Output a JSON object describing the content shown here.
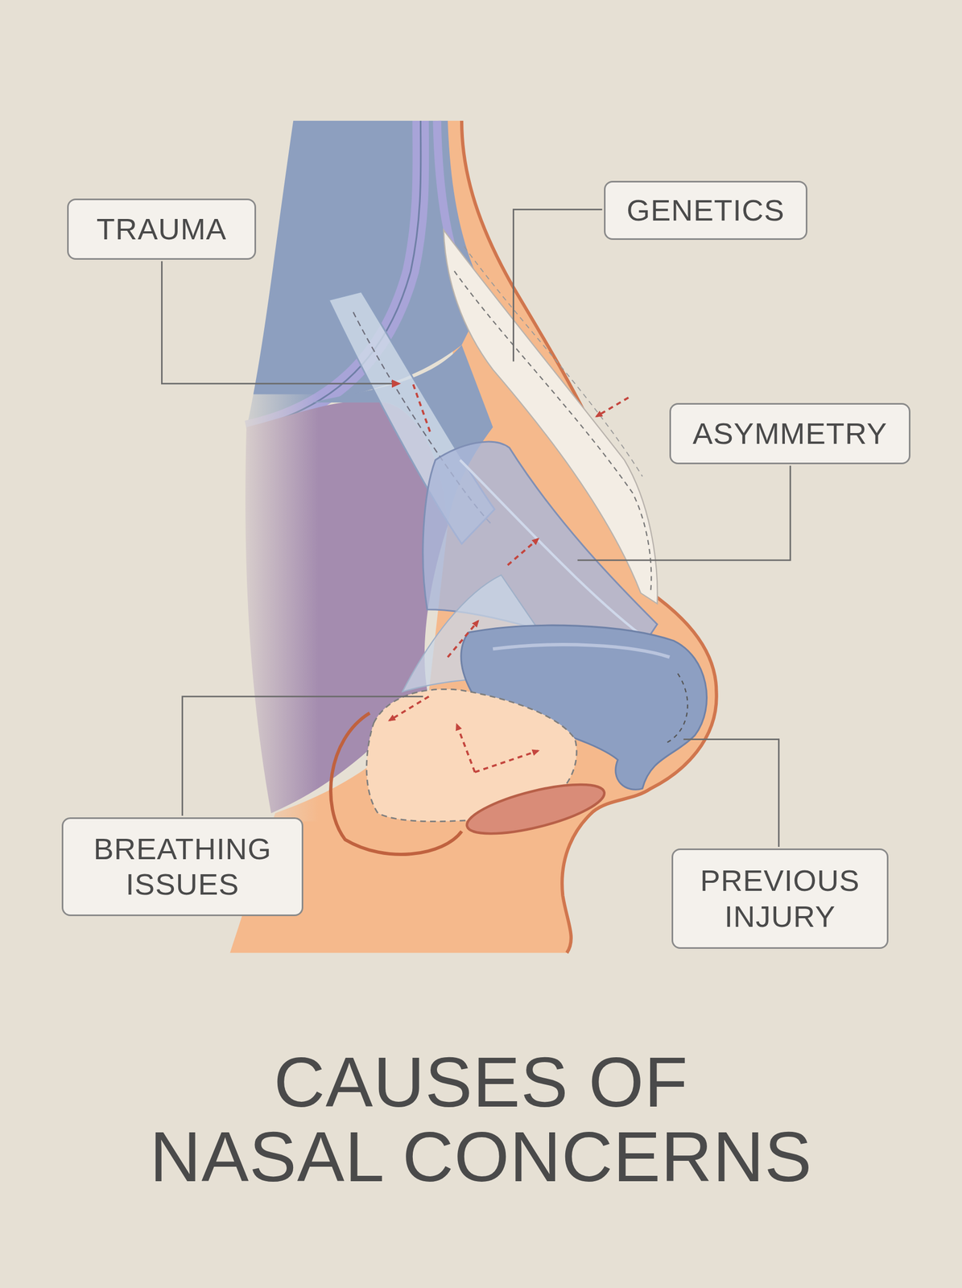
{
  "diagram": {
    "title": "CAUSES OF NASAL CONCERNS",
    "nodes": [
      {
        "text": [
          "TRAUMA"
        ]
      },
      {
        "text": [
          "GENETICS"
        ]
      },
      {
        "text": [
          "ASYMMETRY"
        ]
      },
      {
        "text": [
          "BREATHING ISSUES"
        ]
      },
      {
        "text": [
          "PREVIOUS INJURY"
        ]
      }
    ]
  }
}
